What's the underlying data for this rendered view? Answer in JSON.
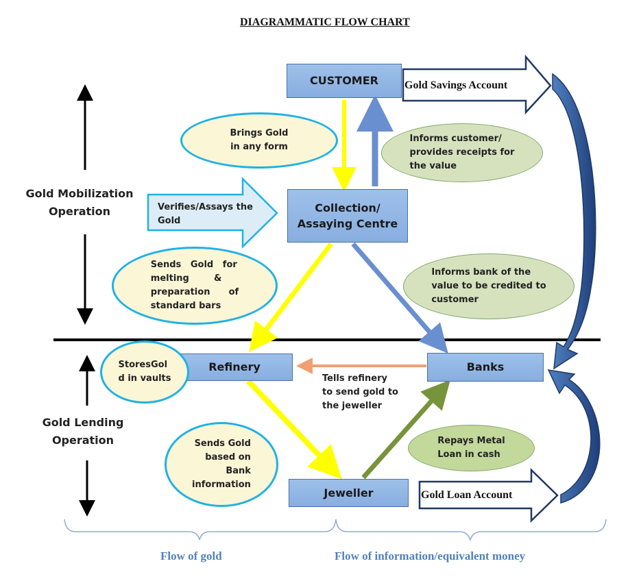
{
  "title": "DIAGRAMMATIC FLOW CHART",
  "sections": {
    "mobilization": "Gold Mobilization\nOperation",
    "lending": "Gold Lending\nOperation"
  },
  "nodes": {
    "customer": "CUSTOMER",
    "collection": "Collection/\nAssaying Centre",
    "refinery": "Refinery",
    "banks": "Banks",
    "jeweller": "Jeweller"
  },
  "bubbles": {
    "brings_gold": "Brings Gold\nin any form",
    "informs_customer": "Informs customer/\nprovides receipts for\nthe value",
    "sends_gold_melting": "Sends   Gold   for\nmelting        &\npreparation      of\nstandard bars",
    "informs_bank": "Informs bank of the\nvalue to be credited to\ncustomer",
    "stores_gold": "StoresGol\nd in vaults",
    "sends_gold_bank": "Sends Gold\nbased on\nBank\ninformation",
    "repays": "Repays Metal\nLoan in cash"
  },
  "arrows": {
    "verifies": "Verifies/Assays the\nGold",
    "gold_savings": "Gold Savings Account",
    "gold_loan": "Gold Loan Account",
    "tells_refinery": "Tells refinery\nto send gold to\nthe jeweller"
  },
  "footer": {
    "flow_gold": "Flow of gold",
    "flow_info": "Flow of information/equivalent money"
  },
  "colors": {
    "box_fill": "#8fb3e3",
    "box_border": "#4a6fa5",
    "bubble_border": "#1fb1e6",
    "bubble_cream": "#fbf6d6",
    "bubble_green": "#d6e2be",
    "yellow_arrow": "#ffff00",
    "blue_arrow": "#6a8fd0",
    "orange_arrow": "#f0a070",
    "olive_arrow": "#77933c",
    "curve_blue": "#2f5597",
    "footer_text": "#4f81bd"
  }
}
